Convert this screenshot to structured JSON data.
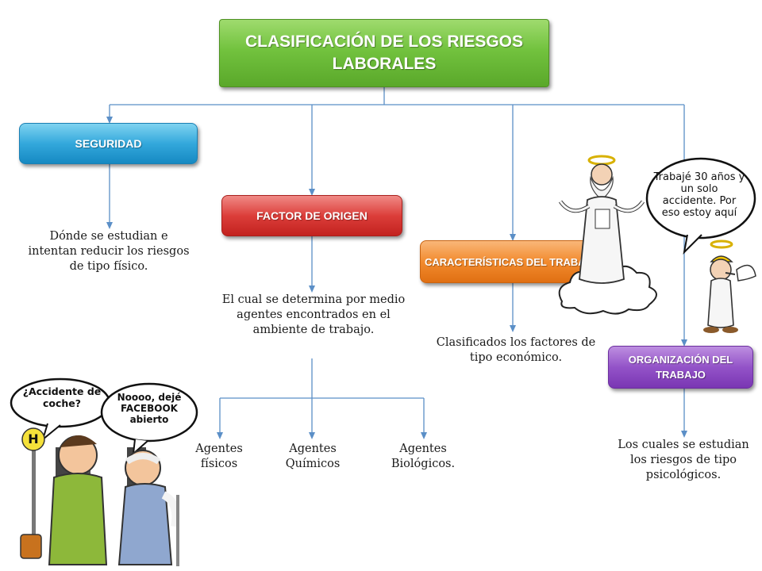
{
  "title": "CLASIFICACIÓN DE LOS RIESGOS LABORALES",
  "categories": {
    "seguridad": {
      "label": "SEGURIDAD",
      "description": "Dónde se estudian e intentan reducir los riesgos de tipo físico."
    },
    "factor_origen": {
      "label": "FACTOR DE ORIGEN",
      "description": "El cual se determina por medio agentes encontrados en el ambiente de trabajo.",
      "agents": [
        "Agentes físicos",
        "Agentes Químicos",
        "Agentes Biológicos."
      ]
    },
    "caracteristicas": {
      "label": "CARACTERÍSTICAS DEL TRABAJO",
      "description": "Clasificados los factores de tipo económico."
    },
    "organizacion": {
      "label": "ORGANIZACIÓN DEL TRABAJO",
      "description": "Los cuales se estudian los riesgos de tipo psicológicos."
    }
  },
  "cartoon_right": {
    "speech": "Trabajé 30 años y un solo accidente. Por eso estoy aquí"
  },
  "cartoon_left": {
    "speech_left": "¿Accidente de coche?",
    "speech_right": "Noooo, dejé FACEBOOK abierto",
    "sign": "H"
  },
  "colors": {
    "title": "#72c23e",
    "seguridad": "#33a8dc",
    "factor_origen": "#dc3e3a",
    "caracteristicas": "#f28b2e",
    "organizacion": "#9353c8",
    "connector": "#5b8fc7"
  }
}
